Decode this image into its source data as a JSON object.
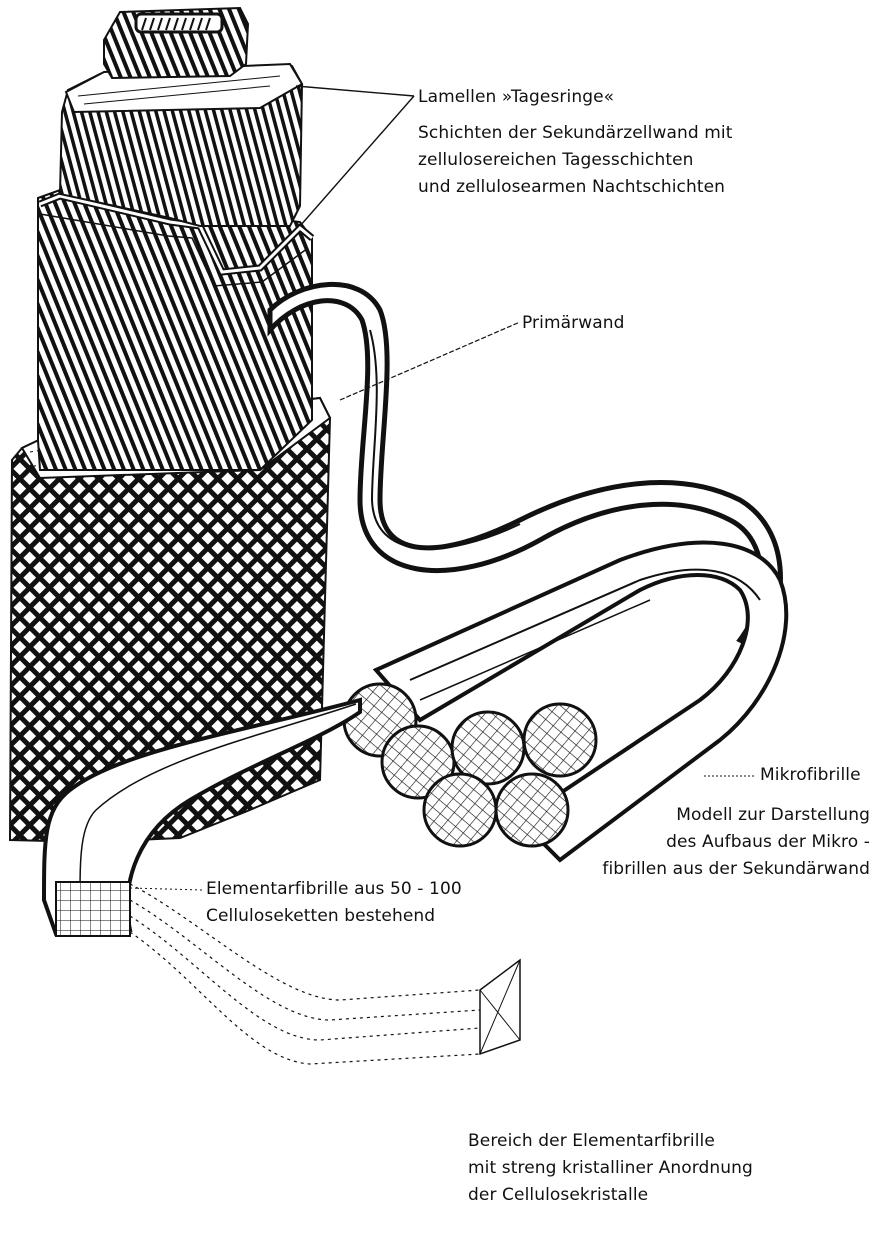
{
  "labels": {
    "lamellen": {
      "title": "Lamellen »Tagesringe«",
      "lines": [
        "Schichten der Sekundärzellwand mit",
        "zellulosereichen Tagesschichten",
        "und zellulosearmen Nachtschichten"
      ]
    },
    "primaerwand": {
      "title": "Primärwand"
    },
    "mikrofibrille": {
      "title": "Mikrofibrille",
      "lines": [
        "Modell zur Darstellung",
        "des Aufbaus der Mikro -",
        "fibrillen aus der Sekundärwand"
      ]
    },
    "elementarfibrille": {
      "lines": [
        "Elementarfibrille aus 50 - 100",
        "Celluloseketten bestehend"
      ]
    },
    "kristallin": {
      "lines": [
        "Bereich der Elementarfibrille",
        "mit streng kristalliner Anordnung",
        "der Cellulosekristalle"
      ]
    }
  },
  "colors": {
    "ink": "#111111",
    "paper": "#ffffff"
  }
}
